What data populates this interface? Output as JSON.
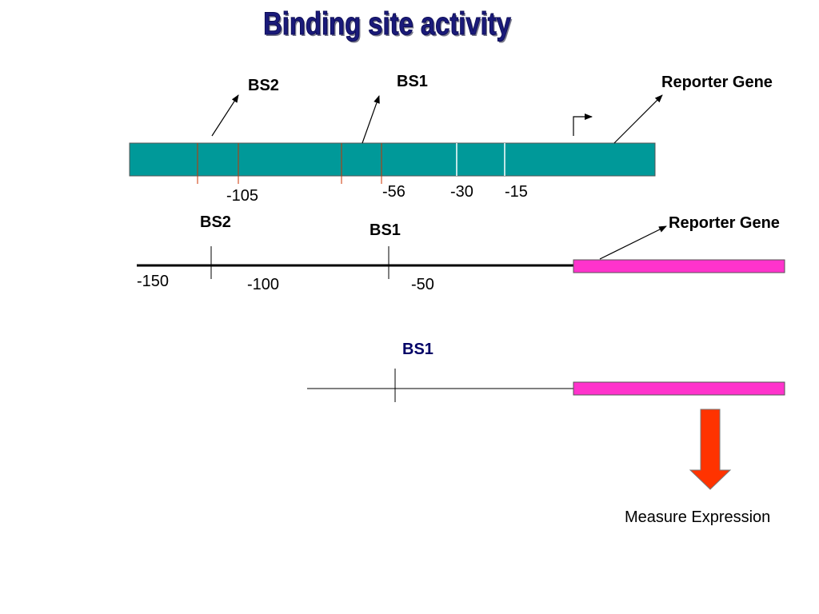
{
  "title": "Binding site activity",
  "colors": {
    "title": "#1a1a7a",
    "promoter_bar": "#009999",
    "reporter_gene": "#ff33cc",
    "arrow": "#ff3300",
    "bs1_label_3": "#000066",
    "site_mark_red": "#cc3300",
    "site_mark_white": "#ffffff"
  },
  "diagram1": {
    "bs2_label": "BS2",
    "bs1_label": "BS1",
    "reporter_label": "Reporter Gene",
    "positions": [
      "-105",
      "-56",
      "-30",
      "-15"
    ],
    "transcription_start_icon": "bent-arrow-icon"
  },
  "diagram2": {
    "bs2_label": "BS2",
    "bs1_label": "BS1",
    "reporter_label": "Reporter Gene",
    "positions": [
      "-150",
      "-100",
      "-50"
    ]
  },
  "diagram3": {
    "bs1_label": "BS1",
    "measure_label": "Measure Expression",
    "down_arrow_icon": "down-arrow-icon"
  }
}
